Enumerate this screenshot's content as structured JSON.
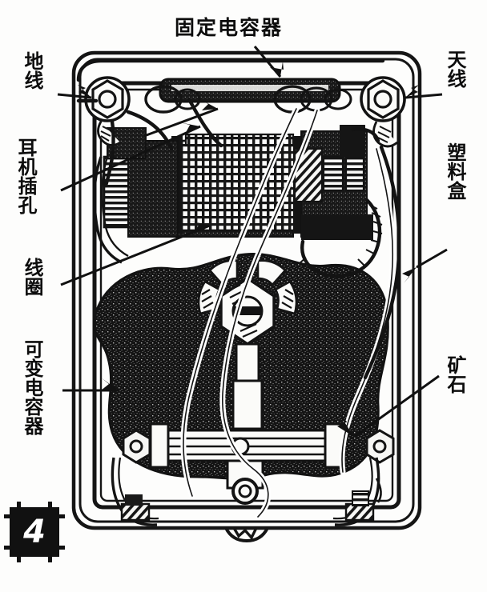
{
  "figure": {
    "number": "4",
    "subject": "crystal-radio-internal-view",
    "title_top": "固定电容器"
  },
  "labels": {
    "fixed_capacitor": "固定电容器",
    "ground_wire": "地线",
    "earphone_jack": "耳机插孔",
    "coil": "线圈",
    "variable_capacitor": "可变电容器",
    "antenna": "天线",
    "plastic_case": "塑料盒",
    "crystal": "矿石"
  },
  "colors": {
    "ink": "#111111",
    "paper": "#fdfdfc",
    "halftone_dark": "#1a1a1a",
    "wire_white": "#ffffff"
  },
  "components": {
    "terminal_posts": [
      "ground-terminal-left",
      "antenna-terminal-right"
    ],
    "bottom_screws": [
      "screw-bottom-left",
      "screw-bottom-right"
    ],
    "rotor_knob": "variable-capacitor-shaft-nut",
    "detector": "crystal-detector-cylinder"
  }
}
